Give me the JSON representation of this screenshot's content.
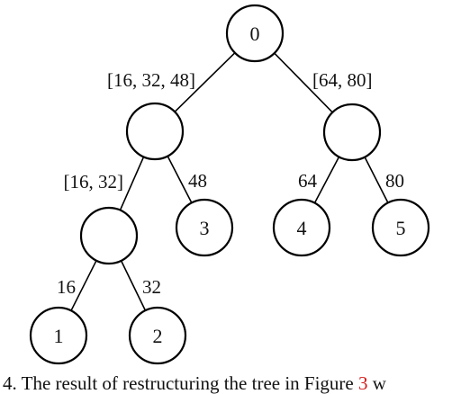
{
  "diagram": {
    "nodes": [
      {
        "id": "root",
        "label": "0"
      },
      {
        "id": "left",
        "label": ""
      },
      {
        "id": "right",
        "label": ""
      },
      {
        "id": "left-left",
        "label": ""
      },
      {
        "id": "leaf3",
        "label": "3"
      },
      {
        "id": "leaf4",
        "label": "4"
      },
      {
        "id": "leaf5",
        "label": "5"
      },
      {
        "id": "leaf1",
        "label": "1"
      },
      {
        "id": "leaf2",
        "label": "2"
      }
    ],
    "edges": [
      {
        "from": "root",
        "to": "left",
        "label": "[16, 32, 48]"
      },
      {
        "from": "root",
        "to": "right",
        "label": "[64, 80]"
      },
      {
        "from": "left",
        "to": "left-left",
        "label": "[16, 32]"
      },
      {
        "from": "left",
        "to": "leaf3",
        "label": "48"
      },
      {
        "from": "right",
        "to": "leaf4",
        "label": "64"
      },
      {
        "from": "right",
        "to": "leaf5",
        "label": "80"
      },
      {
        "from": "left-left",
        "to": "leaf1",
        "label": "16"
      },
      {
        "from": "left-left",
        "to": "leaf2",
        "label": "32"
      }
    ]
  },
  "caption": {
    "prefix": "4. The result of restructuring the tree in Figure ",
    "ref": "3",
    "suffix": " w"
  },
  "colors": {
    "stroke": "#000000",
    "text": "#111111",
    "figure_ref": "#d41a1a"
  }
}
